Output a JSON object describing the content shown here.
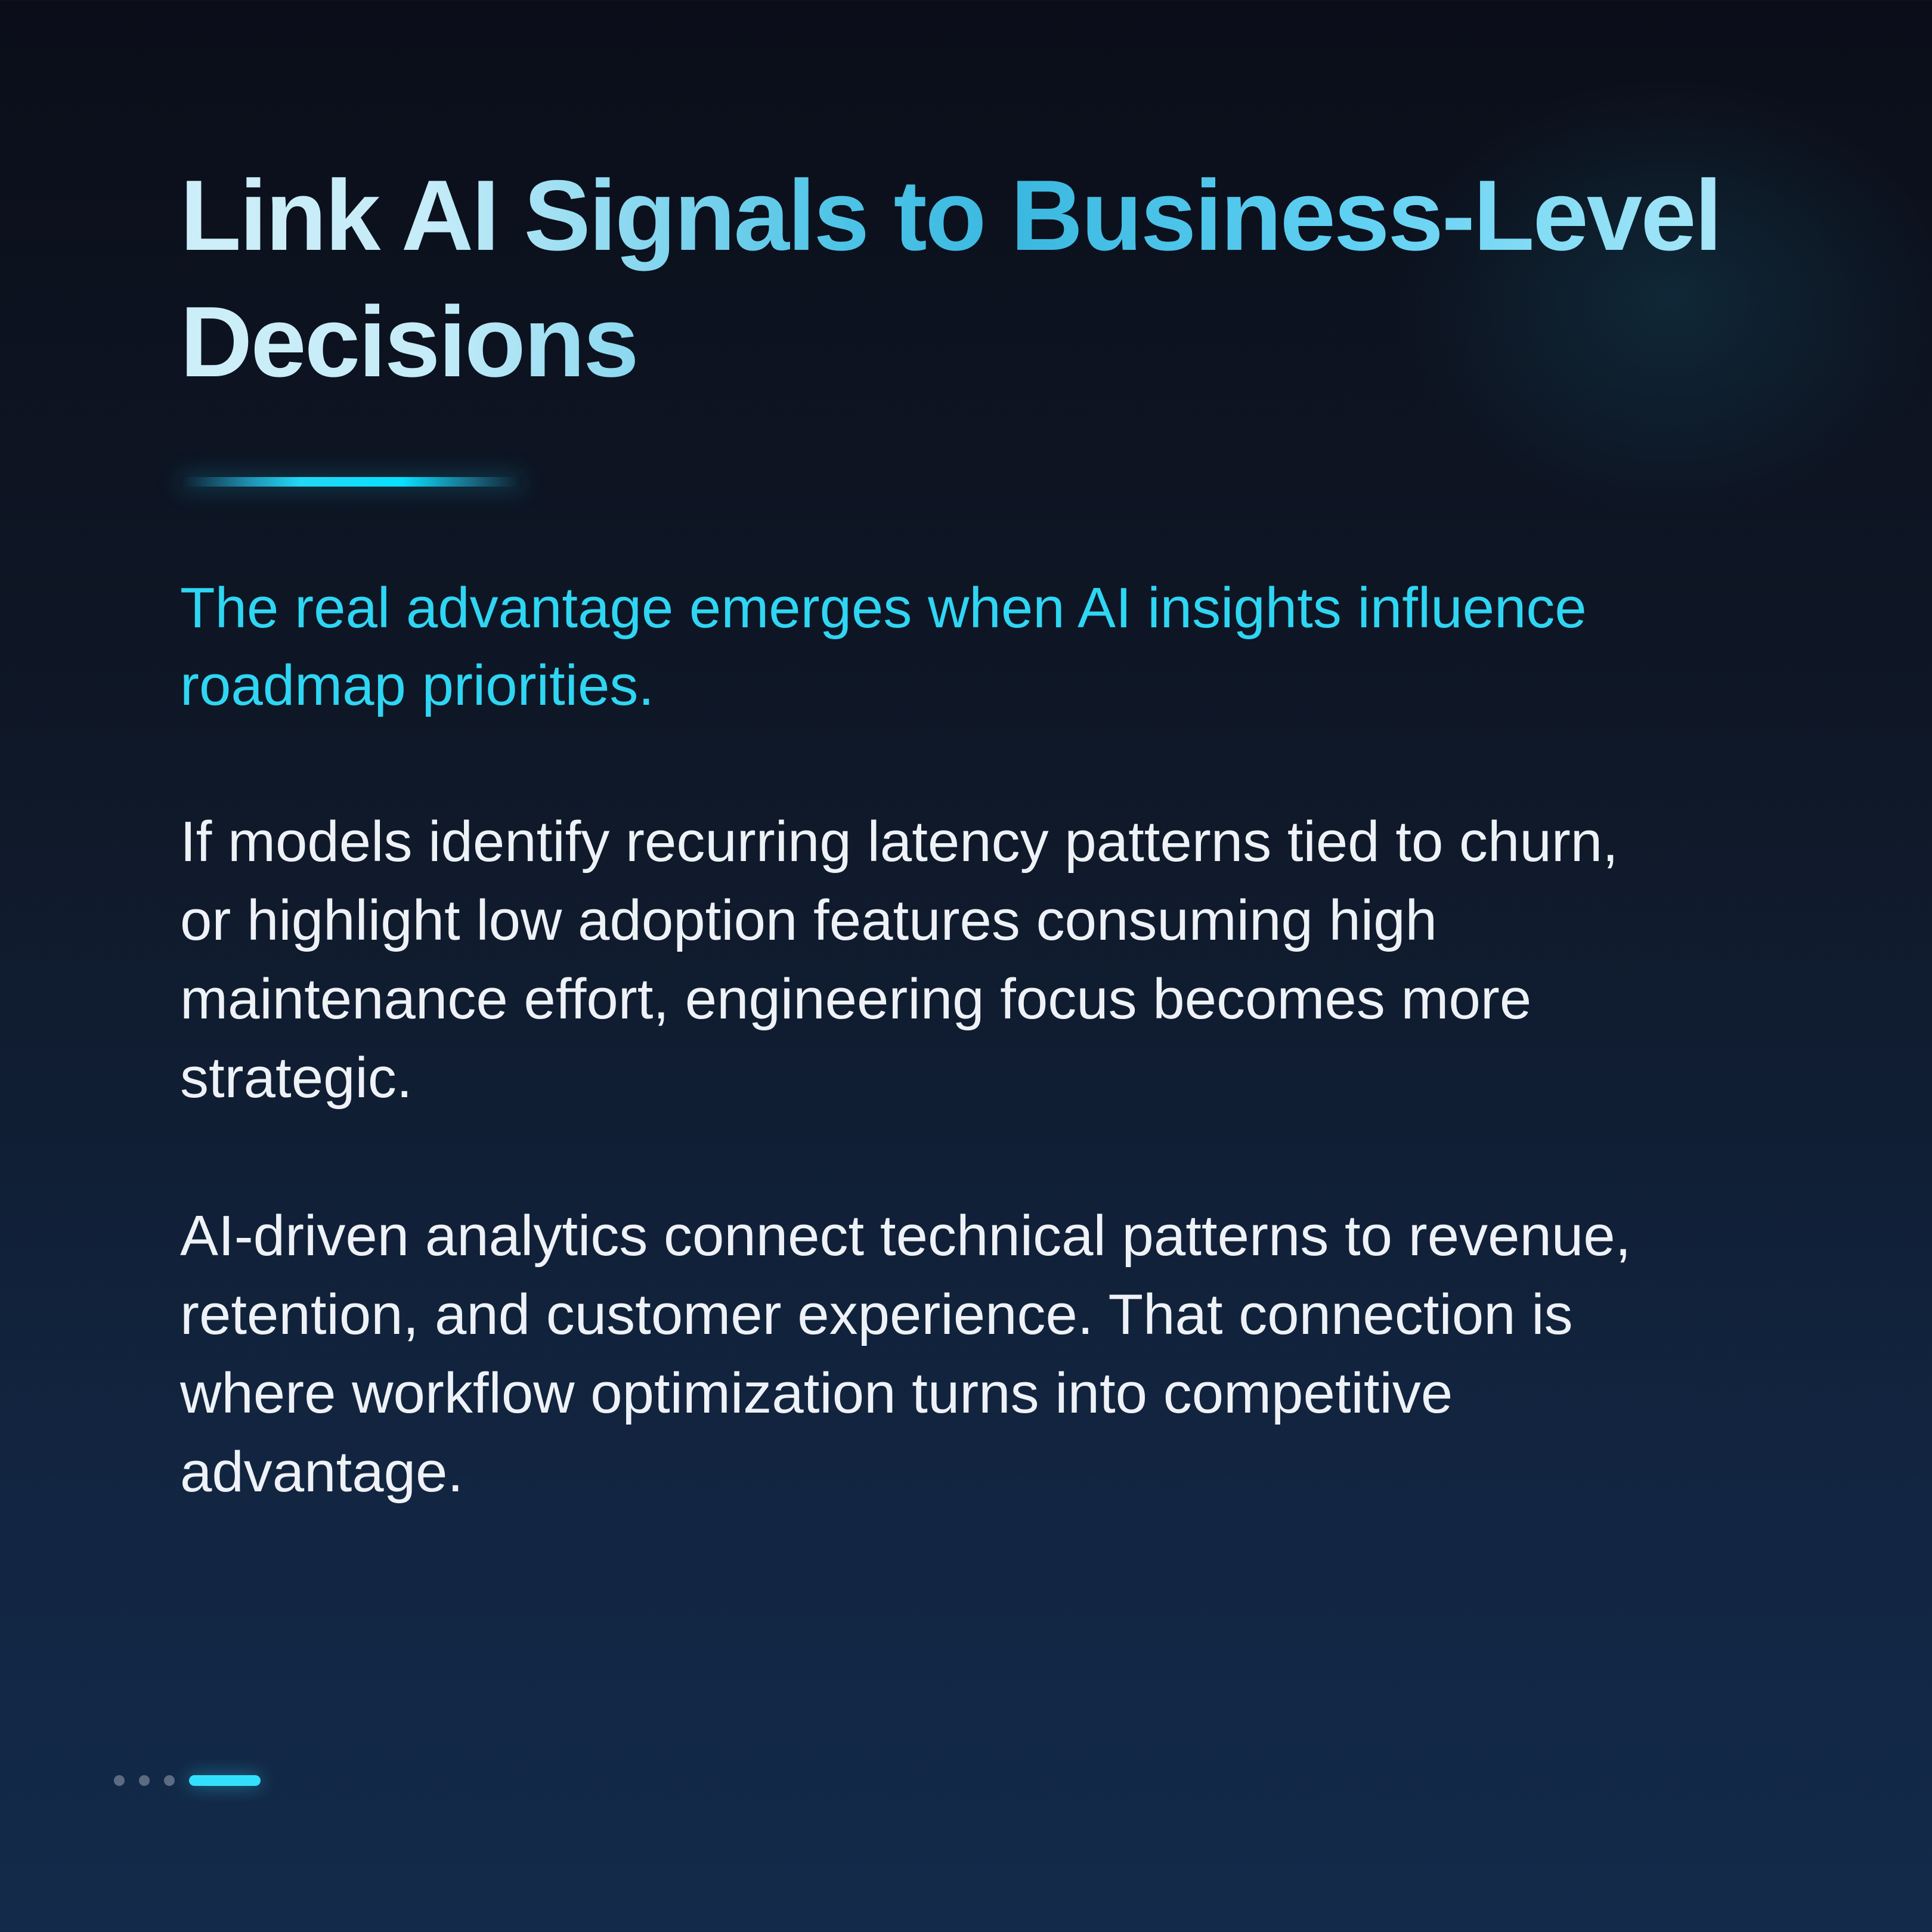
{
  "title": {
    "lines": [
      "Link AI Signals to Business-Level",
      "Decisions"
    ]
  },
  "lead": {
    "lines": [
      "The real advantage emerges when AI insights influence",
      "roadmap priorities."
    ]
  },
  "paragraphs": [
    {
      "lines": [
        "If models identify recurring latency patterns tied to churn,",
        "or highlight low adoption features consuming high",
        "maintenance effort, engineering focus becomes more",
        "strategic."
      ]
    },
    {
      "lines": [
        "AI-driven analytics connect technical patterns to revenue,",
        "retention, and customer experience. That connection is",
        "where workflow optimization turns into competitive",
        "advantage."
      ]
    }
  ],
  "pagination": {
    "total": 4,
    "current": 4
  },
  "colors": {
    "accent": "#33e1ff",
    "lead": "#2fd6f3",
    "body": "#eef2f7",
    "inactive_dot": "#5d6b82"
  }
}
